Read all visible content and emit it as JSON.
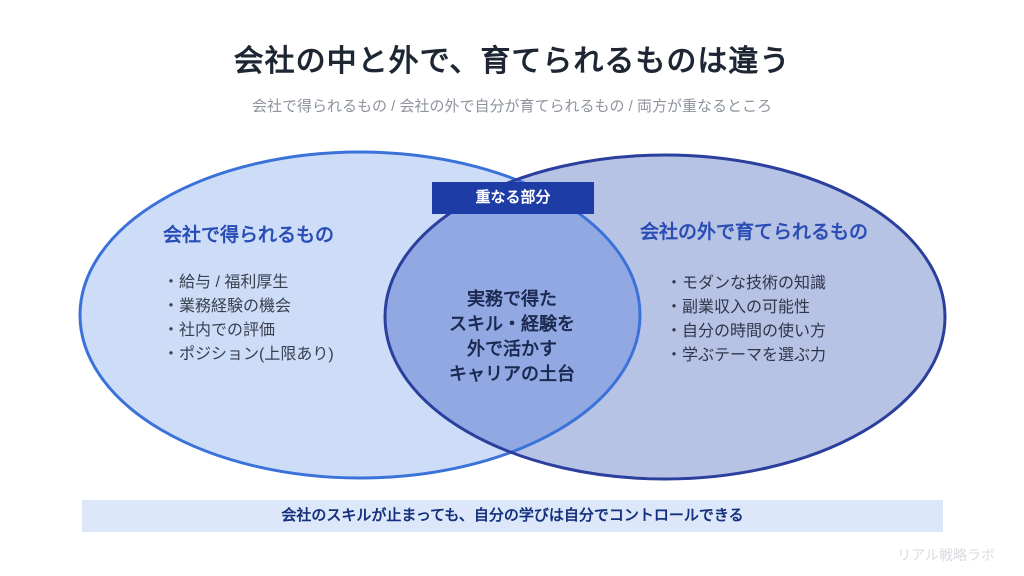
{
  "header": {
    "title": "会社の中と外で、育てられるものは違う",
    "subtitle": "会社で得られるもの / 会社の外で自分が育てられるもの / 両方が重なるところ"
  },
  "venn": {
    "left": {
      "heading": "会社で得られるもの",
      "items": [
        "・給与 / 福利厚生",
        "・業務経験の機会",
        "・社内での評価",
        "・ポジション(上限あり)"
      ],
      "fill_color": "#cdddf8",
      "stroke_color": "#3b72d9"
    },
    "right": {
      "heading": "会社の外で育てられるもの",
      "items": [
        "・モダンな技術の知識",
        "・副業収入の可能性",
        "・自分の時間の使い方",
        "・学ぶテーマを選ぶ力"
      ],
      "fill_color": "#b7c3e5",
      "stroke_color": "#2b3f9d"
    },
    "overlap": {
      "badge_label": "重なる部分",
      "badge_bg_color": "#1e3ca6",
      "fill_color": "#91a8e2",
      "lines": [
        "実務で得た",
        "スキル・経験を",
        "外で活かす",
        "キャリアの土台"
      ]
    }
  },
  "footer": {
    "banner_text": "会社のスキルが止まっても、自分の学びは自分でコントロールできる",
    "banner_bg_color": "#dce8fa",
    "watermark": "リアル戦略ラボ"
  },
  "colors": {
    "title_text": "#1e2633",
    "subtitle_text": "#8e939e",
    "heading_text": "#2a4cb5",
    "center_text": "#1c2a52",
    "banner_text": "#15307c"
  }
}
